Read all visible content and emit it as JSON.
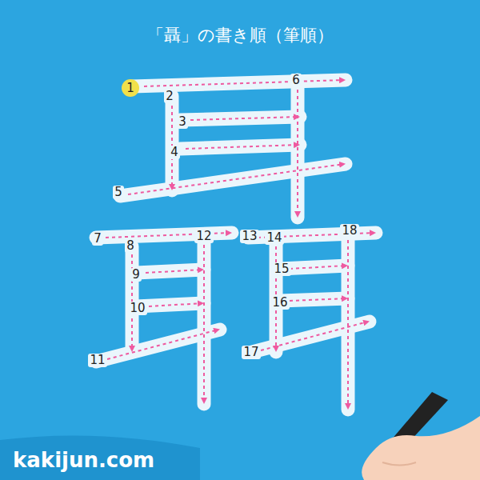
{
  "diagram": {
    "title": "「聶」の書き順（筆順）",
    "labels": [
      "1",
      "2",
      "3",
      "4",
      "5",
      "6",
      "7",
      "8",
      "9",
      "10",
      "11",
      "12",
      "13",
      "14",
      "15",
      "16",
      "17",
      "18",
      "kakijun.com"
    ]
  }
}
